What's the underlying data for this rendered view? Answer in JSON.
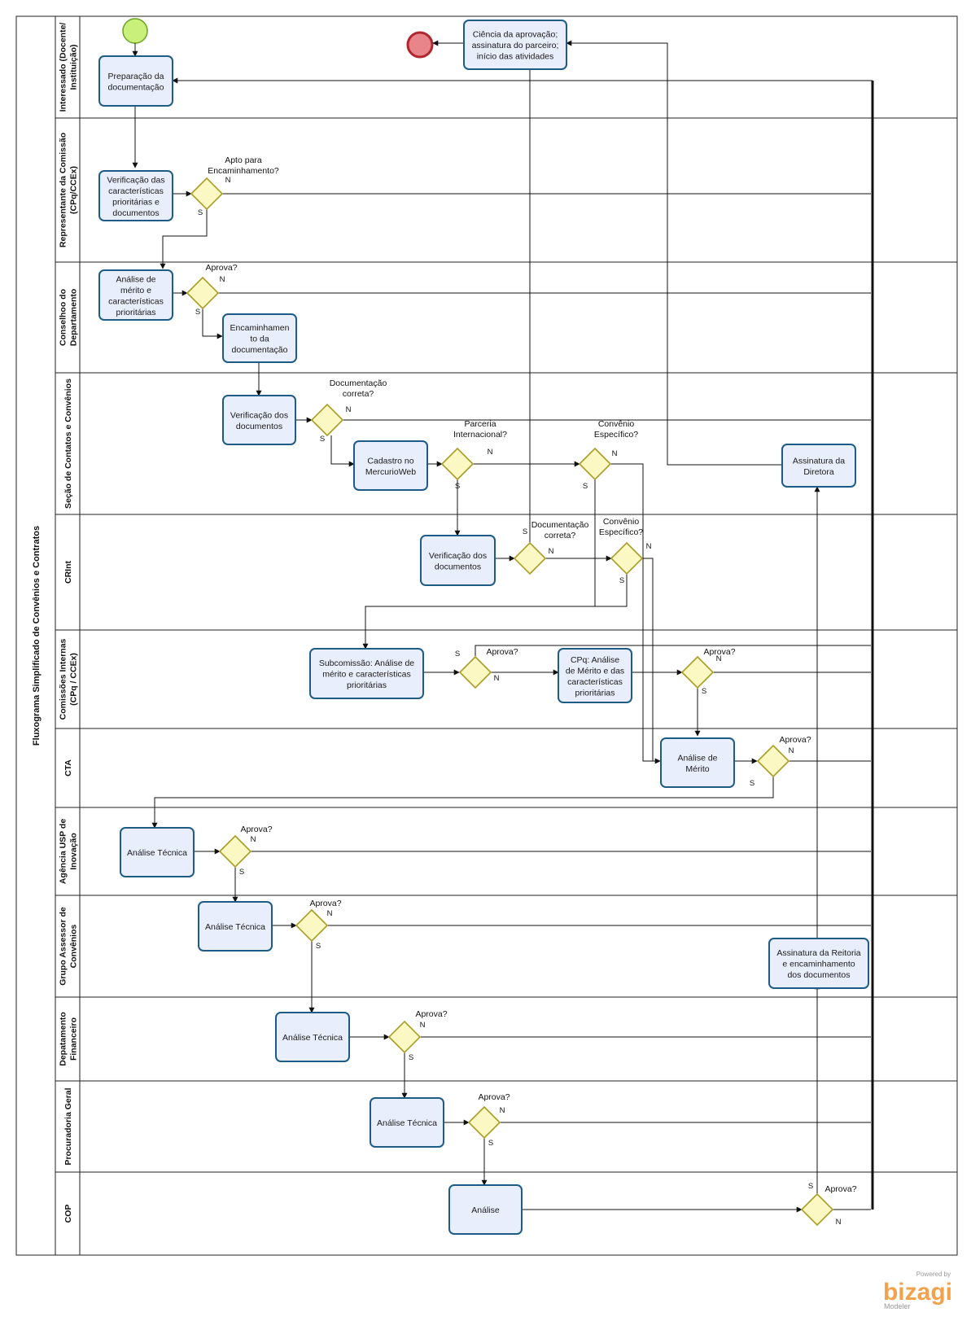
{
  "pool": {
    "title": "Fluxograma Simplificado de Convênios e Contratos"
  },
  "lanes": [
    {
      "id": "interessado",
      "label_lines": [
        "Interessado (Docente/",
        "Instituição)"
      ]
    },
    {
      "id": "representante",
      "label_lines": [
        "Representante da Comissão",
        "(CPq/CCEx)"
      ]
    },
    {
      "id": "conselho",
      "label_lines": [
        "Conselhoo do",
        "Departamento"
      ]
    },
    {
      "id": "secao",
      "label_lines": [
        "Seção de Contatos e Convênios"
      ]
    },
    {
      "id": "crint",
      "label_lines": [
        "CRInt"
      ]
    },
    {
      "id": "comissoes",
      "label_lines": [
        "Comissões Internas",
        "(CPq / CCEx)"
      ]
    },
    {
      "id": "cta",
      "label_lines": [
        "CTA"
      ]
    },
    {
      "id": "agencia",
      "label_lines": [
        "Agência USP de",
        "Inovação"
      ]
    },
    {
      "id": "grupo",
      "label_lines": [
        "Grupo Assessor de",
        "Convênios"
      ]
    },
    {
      "id": "financeiro",
      "label_lines": [
        "Depatamento",
        "Financeiro"
      ]
    },
    {
      "id": "procuradoria",
      "label_lines": [
        "Procuradoria Geral"
      ]
    },
    {
      "id": "cop",
      "label_lines": [
        "COP"
      ]
    }
  ],
  "tasks": {
    "preparacao": [
      "Preparação da",
      "documentação"
    ],
    "ciencia": [
      "Ciência da aprovação;",
      "assinatura do parceiro;",
      "início das atividades"
    ],
    "verificacao_caracteristicas": [
      "Verificação das",
      "características",
      "prioritárias e",
      "documentos"
    ],
    "analise_merito_depto": [
      "Análise de",
      "mérito e",
      "características",
      "prioritárias"
    ],
    "encaminhamento": [
      "Encaminhamen",
      "to da",
      "documentação"
    ],
    "verificacao_docs_secao": [
      "Verificação dos",
      "documentos"
    ],
    "cadastro": [
      "Cadastro no",
      "MercurioWeb"
    ],
    "assinatura_diretora": [
      "Assinatura da",
      "Diretora"
    ],
    "verificacao_docs_crint": [
      "Verificação dos",
      "documentos"
    ],
    "subcomissao": [
      "Subcomissão: Análise de",
      "mérito e características",
      "prioritárias"
    ],
    "cpq_analise": [
      "CPq:  Análise",
      "de Mérito e das",
      "características",
      "prioritárias"
    ],
    "analise_merito_cta": [
      "Análise de",
      "Mérito"
    ],
    "analise_tecnica_agencia": [
      "Análise Técnica"
    ],
    "analise_tecnica_grupo": [
      "Análise Técnica"
    ],
    "assinatura_reitoria": [
      "Assinatura da Reitoria",
      "e encaminhamento",
      "dos documentos"
    ],
    "analise_tecnica_financeiro": [
      "Análise Técnica"
    ],
    "analise_tecnica_procuradoria": [
      "Análise Técnica"
    ],
    "analise_cop": [
      "Análise"
    ]
  },
  "gateways": {
    "apto": [
      "Apto para",
      "Encaminhamento?"
    ],
    "aprova_conselho": [
      "Aprova?"
    ],
    "documentacao_secao": [
      "Documentação",
      "correta?"
    ],
    "parceria": [
      "Parceria",
      "Internacional?"
    ],
    "convenio_secao": [
      "Convênio",
      "Específico?"
    ],
    "documentacao_crint": [
      "Documentação",
      "correta?"
    ],
    "convenio_crint": [
      "Convênio",
      "Específico?"
    ],
    "aprova_subcomissao": [
      "Aprova?"
    ],
    "aprova_cpq": [
      "Aprova?"
    ],
    "aprova_cta": [
      "Aprova?"
    ],
    "aprova_agencia": [
      "Aprova?"
    ],
    "aprova_grupo": [
      "Aprova?"
    ],
    "aprova_financeiro": [
      "Aprova?"
    ],
    "aprova_procuradoria": [
      "Aprova?"
    ],
    "aprova_cop": [
      "Aprova?"
    ]
  },
  "branch_labels": {
    "yes": "S",
    "no": "N"
  },
  "colors": {
    "task_fill": "#e8eefb",
    "task_stroke": "#1f5c85",
    "gateway_fill": "#fbf8c4",
    "gateway_stroke": "#a99d25",
    "start_fill": "#c8f07a",
    "start_stroke": "#6aa324",
    "end_fill": "#e8858a",
    "end_stroke": "#b0262e",
    "brand": "#f2a24c"
  },
  "branding": {
    "powered": "Powered by",
    "name": "bizagi",
    "product": "Modeler"
  }
}
